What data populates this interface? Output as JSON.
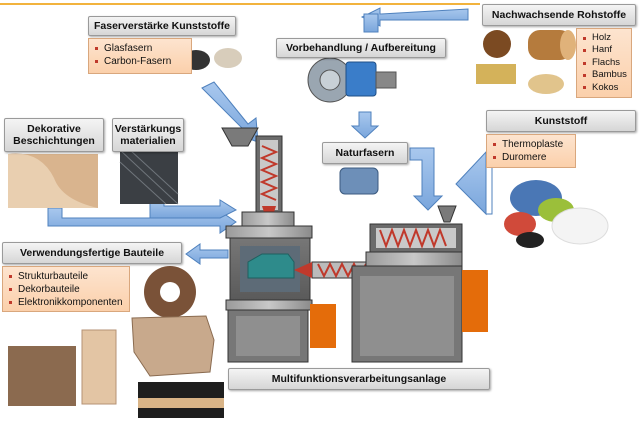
{
  "labels": {
    "faser": "Faserverstärke Kunststoffe",
    "vorbehandlung": "Vorbehandlung / Aufbereitung",
    "nachwachsend": "Nachwachsende Rohstoffe",
    "dekorative": "Dekorative Beschichtungen",
    "verstaerkung": "Verstärkungs materialien",
    "naturfasern": "Naturfasern",
    "kunststoff": "Kunststoff",
    "verwendung": "Verwendungsfertige Bauteile",
    "anlage": "Multifunktionsverarbeitungsanlage"
  },
  "lists": {
    "faser": [
      "Glasfasern",
      "Carbon-Fasern"
    ],
    "rohstoffe": [
      "Holz",
      "Hanf",
      "Flachs",
      "Bambus",
      "Kokos"
    ],
    "kunststoff": [
      "Thermoplaste",
      "Duromere"
    ],
    "bauteile": [
      "Strukturbauteile",
      "Dekorbauteile",
      "Elektronikkomponenten"
    ]
  },
  "colors": {
    "arrow_blue": "#8db4e2",
    "arrow_border": "#4f81bd",
    "machine_gray": "#8c8c8c",
    "orange_panel": "#e46c0a",
    "accent_red": "#c0392b",
    "mold_teal": "#2e8b8b"
  }
}
